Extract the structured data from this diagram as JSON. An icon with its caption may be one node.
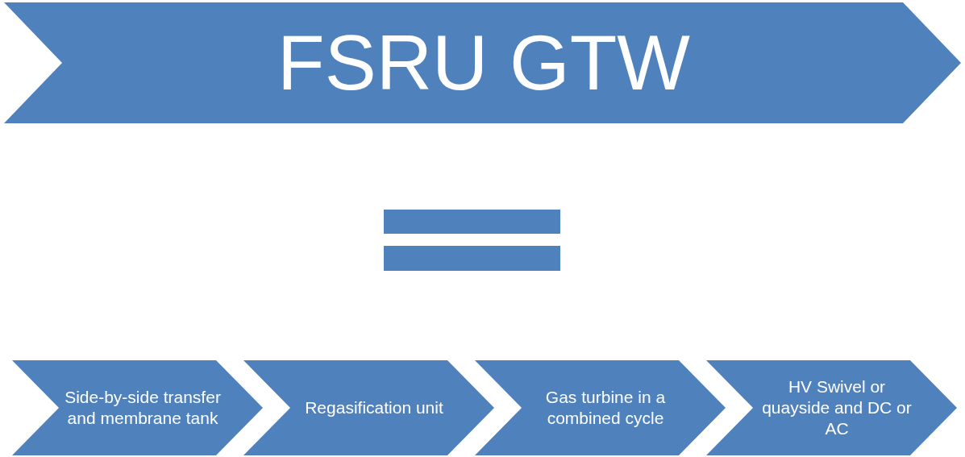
{
  "diagram": {
    "nodes": [
      {
        "text": [
          "FSRU GTW"
        ]
      },
      {
        "text": [
          "Side-by-side transfer and membrane tank"
        ]
      },
      {
        "text": [
          "Regasification unit"
        ]
      },
      {
        "text": [
          "Gas turbine in a combined cycle"
        ]
      },
      {
        "text": [
          "HV Swivel or quayside and DC or AC"
        ]
      }
    ]
  }
}
